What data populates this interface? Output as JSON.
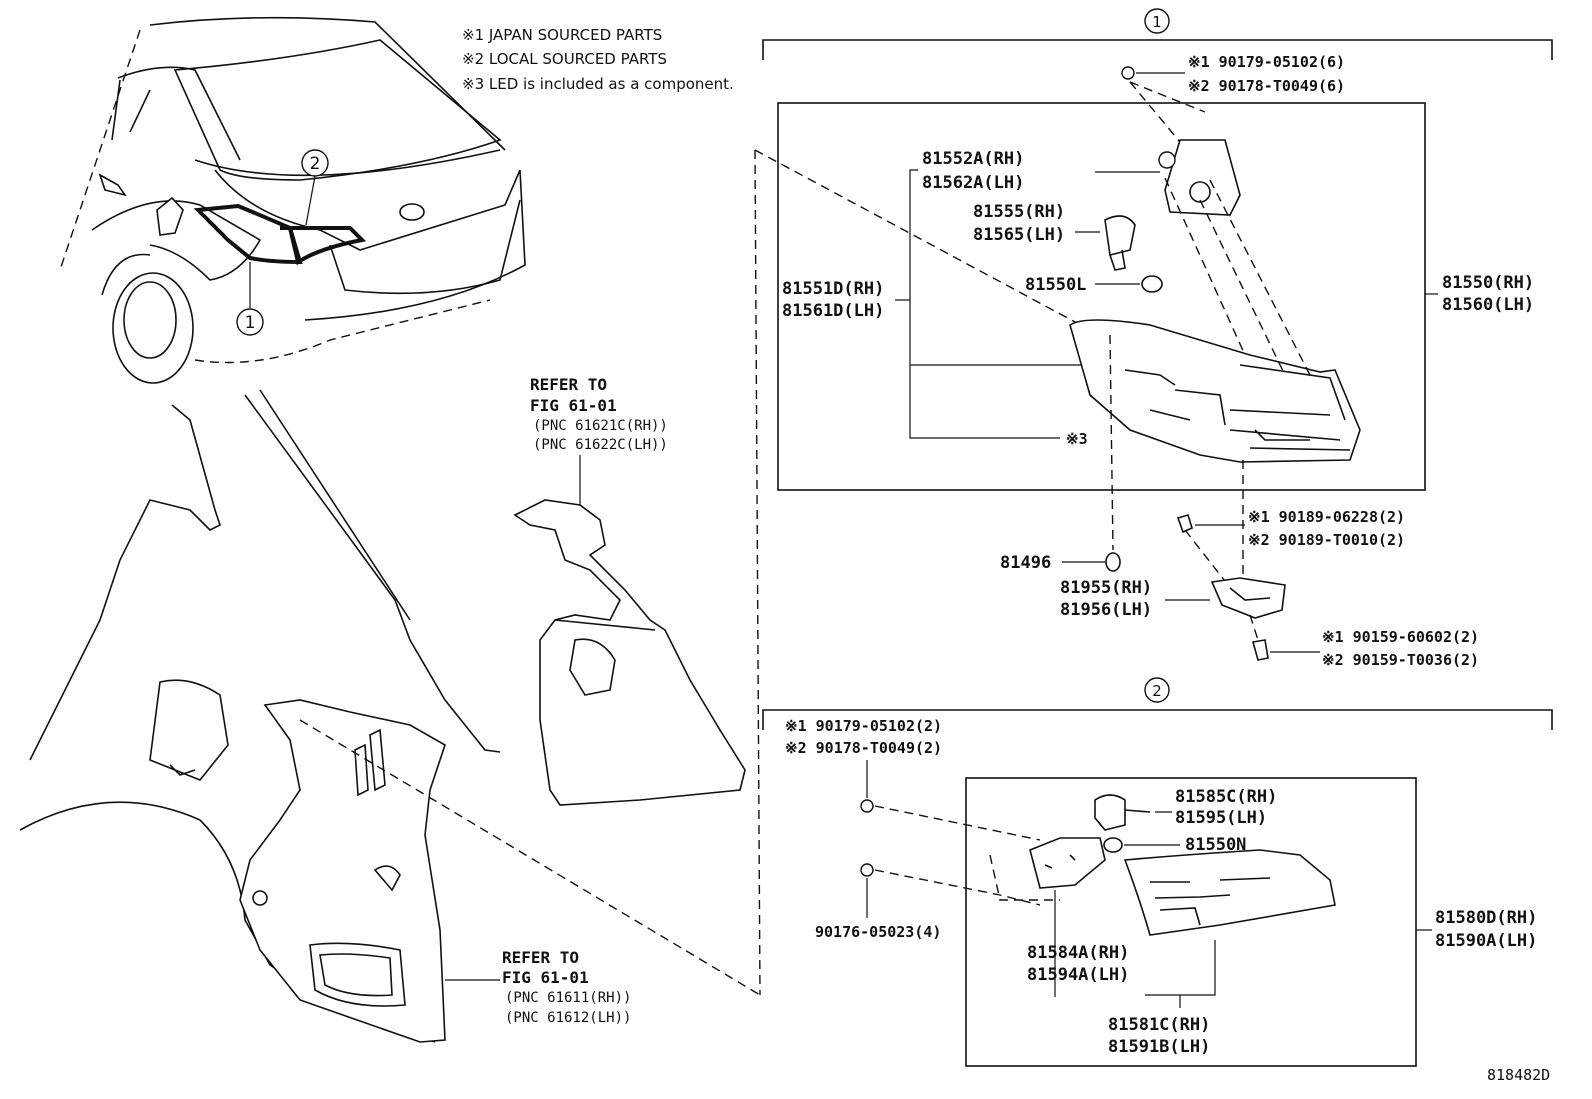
{
  "notes": [
    "※1 JAPAN SOURCED PARTS",
    "※2 LOCAL SOURCED PARTS",
    "※3 LED is included as a component."
  ],
  "callouts": {
    "one": "①",
    "two": "②",
    "one_small": "1",
    "two_small": "2"
  },
  "refer_upper": {
    "title": "REFER TO",
    "fig": "FIG 61-01",
    "pnc_rh": "(PNC 61621C(RH))",
    "pnc_lh": "(PNC 61622C(LH))"
  },
  "refer_lower": {
    "title": "REFER TO",
    "fig": "FIG 61-01",
    "pnc_rh": "(PNC 61611(RH))",
    "pnc_lh": "(PNC 61612(LH))"
  },
  "group1": {
    "screw_j": "※1 90179-05102(6)",
    "screw_l": "※2 90178-T0049(6)",
    "p81552": "81552A(RH)",
    "p81562": "81562A(LH)",
    "p81555": "81555(RH)",
    "p81565": "81565(LH)",
    "p81550l": "81550L",
    "p81551": "81551D(RH)",
    "p81561": "81561D(LH)",
    "led_note": "※3",
    "p81550": "81550(RH)",
    "p81560": "81560(LH)",
    "bolt_j": "※1 90189-06228(2)",
    "bolt_l": "※2 90189-T0010(2)",
    "p81496": "81496",
    "p81955": "81955(RH)",
    "p81956": "81956(LH)",
    "screw2_j": "※1  90159-60602(2)",
    "screw2_l": "※2  90159-T0036(2)"
  },
  "group2": {
    "screw_j": "※1 90179-05102(2)",
    "screw_l": "※2 90178-T0049(2)",
    "p81585": "81585C(RH)",
    "p81595": "81595(LH)",
    "p81550n": "81550N",
    "p90176": "90176-05023(4)",
    "p81584": "81584A(RH)",
    "p81594": "81594A(LH)",
    "p81580": "81580D(RH)",
    "p81590": "81590A(LH)",
    "p81581": "81581C(RH)",
    "p81591": "81591B(LH)"
  },
  "figure_id": "818482D"
}
